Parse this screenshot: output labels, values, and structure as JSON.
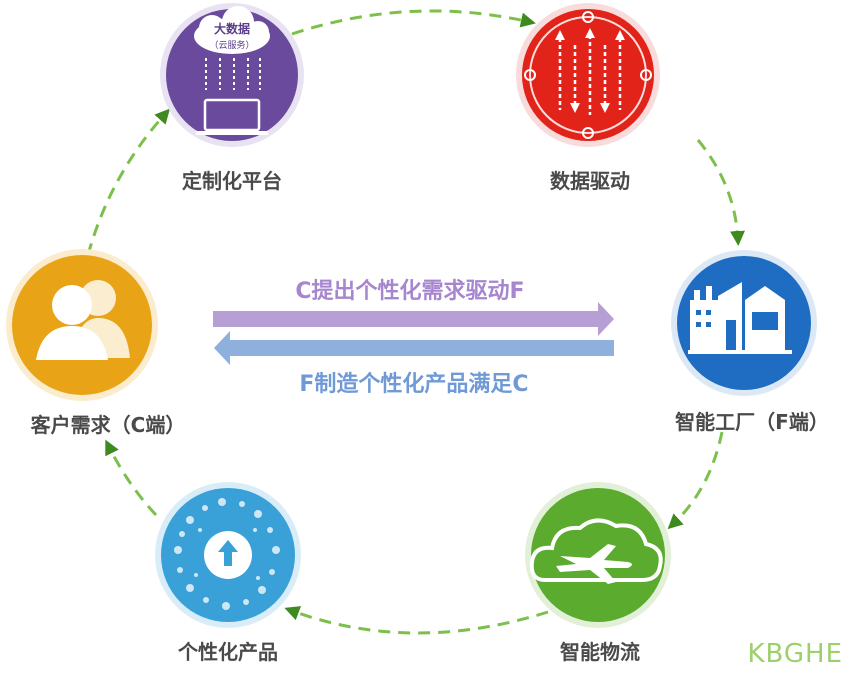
{
  "nodes": {
    "platform": {
      "label": "定制化平台",
      "cloud_title": "大数据",
      "cloud_sub": "（云服务）"
    },
    "data_drive": {
      "label": "数据驱动"
    },
    "factory": {
      "label": "智能工厂（F端）"
    },
    "logistics": {
      "label": "智能物流"
    },
    "product": {
      "label": "个性化产品"
    },
    "customer": {
      "label": "客户需求（C端）"
    }
  },
  "center": {
    "c_to_f": "C提出个性化需求驱动F",
    "f_to_c": "F制造个性化产品满足C"
  },
  "watermark": "KBGHE",
  "colors": {
    "purple": "#6a4a9c",
    "red": "#e2231a",
    "blue": "#1f6dc2",
    "green": "#5aab2e",
    "cyan": "#3aa0d8",
    "orange": "#e8a317",
    "arrow_purple": "#b79fd6",
    "arrow_blue": "#8fb0dc",
    "cycle_green": "#7cc04b",
    "watermark": "#9dcf6a"
  }
}
